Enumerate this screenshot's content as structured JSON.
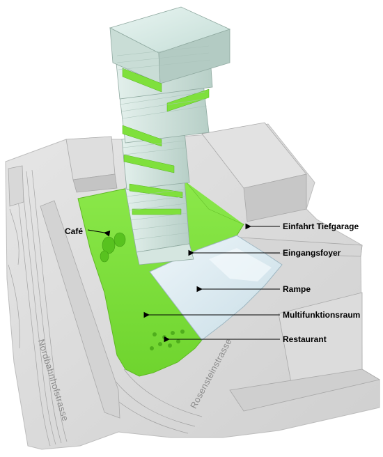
{
  "labels": {
    "cafe": "Café",
    "einfahrt_tiefgarage": "Einfahrt Tiefgarage",
    "eingangsfoyer": "Eingangsfoyer",
    "rampe": "Rampe",
    "multifunktionsraum": "Multifunktionsraum",
    "restaurant": "Restaurant"
  },
  "streets": {
    "nordbahnhofstrasse": "Nordbahnhofstrasse",
    "rosensteinstrasse": "Rosensteinstrasse"
  },
  "colors": {
    "model_base": "#d9d9d9",
    "green_surface": "#7fe03c",
    "tower_glass": "#cfe3dc",
    "ramp_glass": "#dfeef5",
    "label_text": "#000000"
  }
}
